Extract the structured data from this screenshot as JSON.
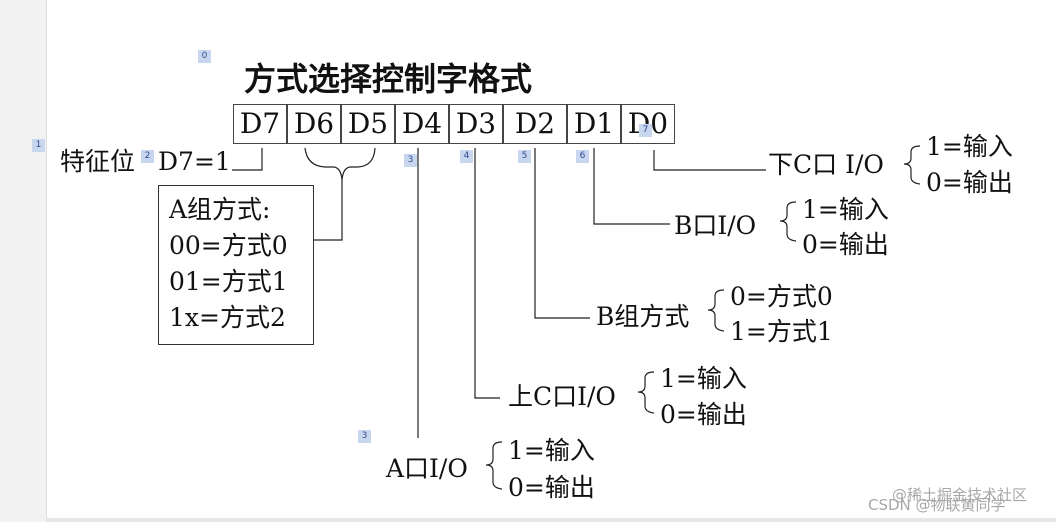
{
  "title": "方式选择控制字格式",
  "bits": [
    "D7",
    "D6",
    "D5",
    "D4",
    "D3",
    "D2",
    "D1",
    "D0"
  ],
  "feature": {
    "label": "特征位",
    "value": "D7=1"
  },
  "group_a": {
    "title": "A组方式:",
    "lines": [
      "00=方式0",
      "01=方式1",
      "1x=方式2"
    ]
  },
  "lower_c": {
    "label": "下C口 I/O",
    "opt1": "1=输入",
    "opt2": "0=输出"
  },
  "port_b": {
    "label": "B口I/O",
    "opt1": "1=输入",
    "opt2": "0=输出"
  },
  "group_b": {
    "label": "B组方式",
    "opt1": "0=方式0",
    "opt2": "1=方式1"
  },
  "upper_c": {
    "label": "上C口I/O",
    "opt1": "1=输入",
    "opt2": "0=输出"
  },
  "port_a": {
    "label": "A口I/O",
    "opt1": "1=输入",
    "opt2": "0=输出"
  },
  "badges": [
    "0",
    "1",
    "2",
    "3",
    "4",
    "5",
    "6",
    "7",
    "3"
  ],
  "watermark": {
    "line1": "@稀土掘金技术社区",
    "line2": "CSDN @物联黄同学"
  }
}
